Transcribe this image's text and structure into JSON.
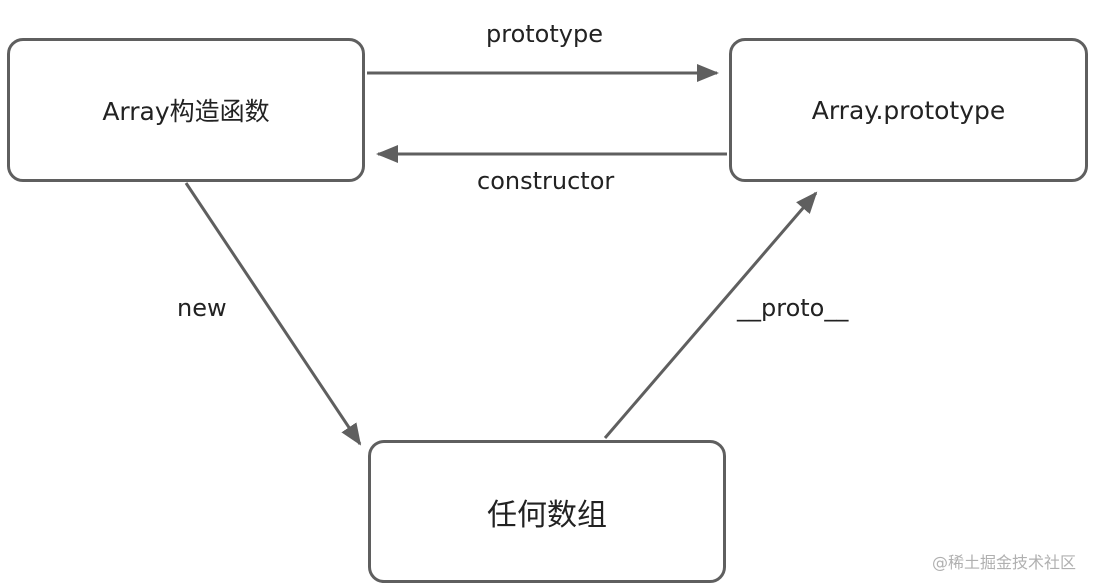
{
  "nodes": {
    "array_constructor": "Array构造函数",
    "array_prototype": "Array.prototype",
    "any_array": "任何数组"
  },
  "edges": {
    "prototype": "prototype",
    "constructor": "constructor",
    "new": "new",
    "proto": "__proto__"
  },
  "watermark": "@稀土掘金技术社区",
  "colors": {
    "stroke": "#5f5f5f",
    "text": "#222222",
    "watermark": "#b0b0b0"
  }
}
